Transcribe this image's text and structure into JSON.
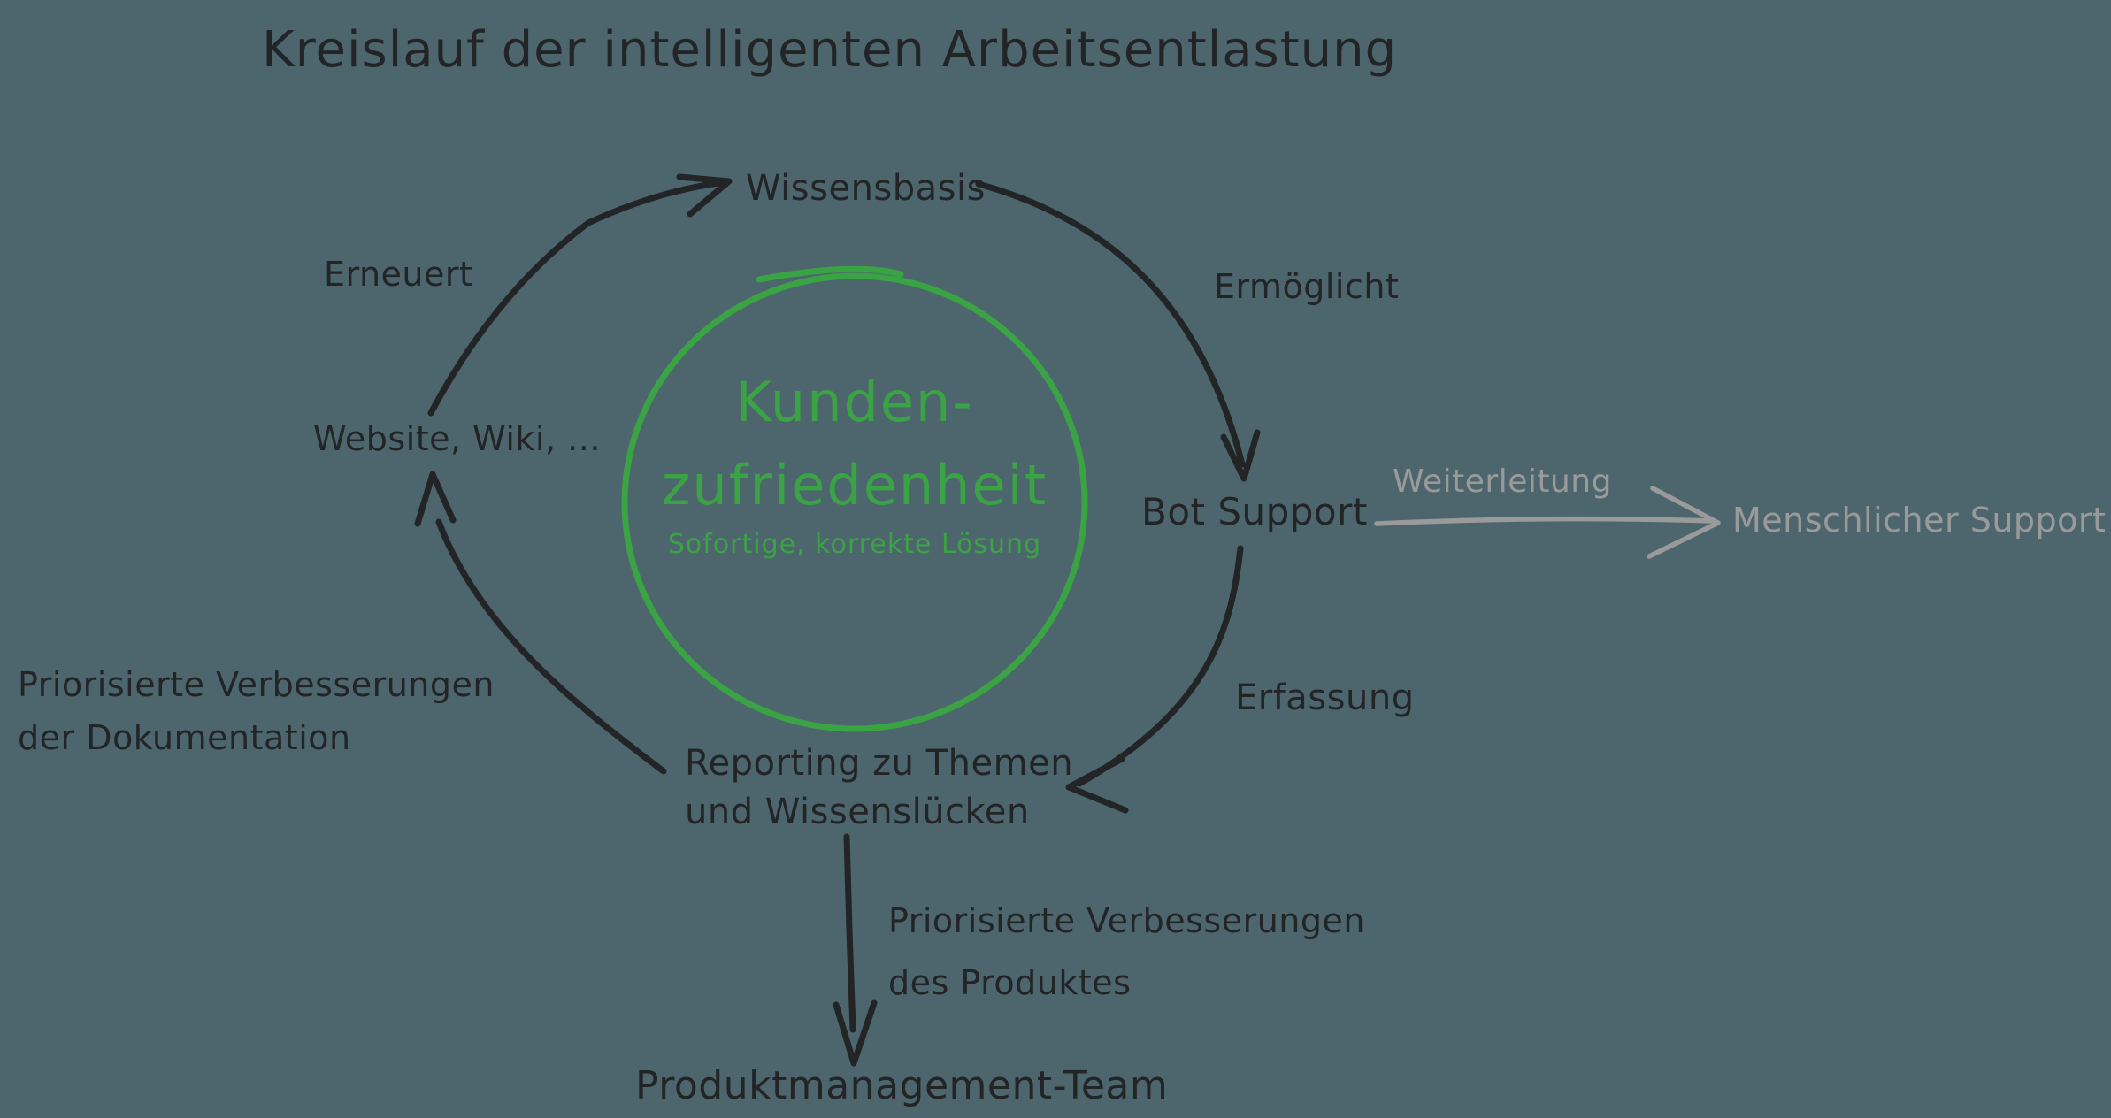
{
  "title": "Kreislauf der intelligenten Arbeitsentlastung",
  "center_circle": {
    "title_line1": "Kunden-",
    "title_line2": "zufriedenheit",
    "subtitle": "Sofortige, korrekte Lösung"
  },
  "nodes": {
    "wissensbasis": {
      "label": "Wissensbasis"
    },
    "website_wiki": {
      "label": "Website, Wiki, ..."
    },
    "bot_support": {
      "label": "Bot Support"
    },
    "menschlicher_support": {
      "label": "Menschlicher Support"
    },
    "reporting": {
      "line1": "Reporting zu Themen",
      "line2": "und Wissenslücken"
    },
    "produktmanagement_team": {
      "label": "Produktmanagement-Team"
    }
  },
  "edge_labels": {
    "erneuert": "Erneuert",
    "ermoeglicht": "Ermöglicht",
    "weiterleitung": "Weiterleitung",
    "erfassung": "Erfassung",
    "doku": {
      "line1": "Priorisierte Verbesserungen",
      "line2": "der Dokumentation"
    },
    "produkt": {
      "line1": "Priorisierte Verbesserungen",
      "line2": "des Produktes"
    }
  },
  "colors": {
    "background": "#4d666e",
    "ink": "#222426",
    "green": "#3aa344",
    "gray": "#9a9a9a"
  }
}
